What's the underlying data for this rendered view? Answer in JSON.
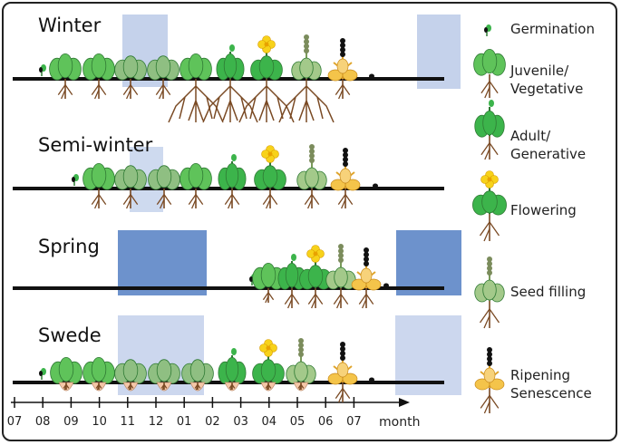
{
  "panels": [
    {
      "label": "Winter"
    },
    {
      "label": "Semi-winter"
    },
    {
      "label": "Spring"
    },
    {
      "label": "Swede"
    }
  ],
  "legend": [
    {
      "label": "Germination",
      "icon": "germination-icon"
    },
    {
      "label": "Juvenile/\nVegetative",
      "icon": "juvenile-plant-icon"
    },
    {
      "label": "Adult/\nGenerative",
      "icon": "adult-plant-icon"
    },
    {
      "label": "Flowering",
      "icon": "flowering-plant-icon"
    },
    {
      "label": "Seed filling",
      "icon": "seed-filling-plant-icon"
    },
    {
      "label": "Ripening\nSenescence",
      "icon": "ripening-plant-icon"
    }
  ],
  "axis": {
    "ticks": [
      "07",
      "08",
      "09",
      "10",
      "11",
      "12",
      "01",
      "02",
      "03",
      "04",
      "05",
      "06",
      "07"
    ],
    "unit": "month"
  },
  "colors": {
    "juvenile_green": "#5fc35a",
    "adult_green": "#3cb44b",
    "seed_filling_green": "#a3c98a",
    "flower_yellow": "#f7d21a",
    "ripening_yellow": "#f4c44a",
    "root_brown": "#7a4a24",
    "light_shade": "#b7c7e6",
    "dark_shade": "#5d86c6"
  }
}
